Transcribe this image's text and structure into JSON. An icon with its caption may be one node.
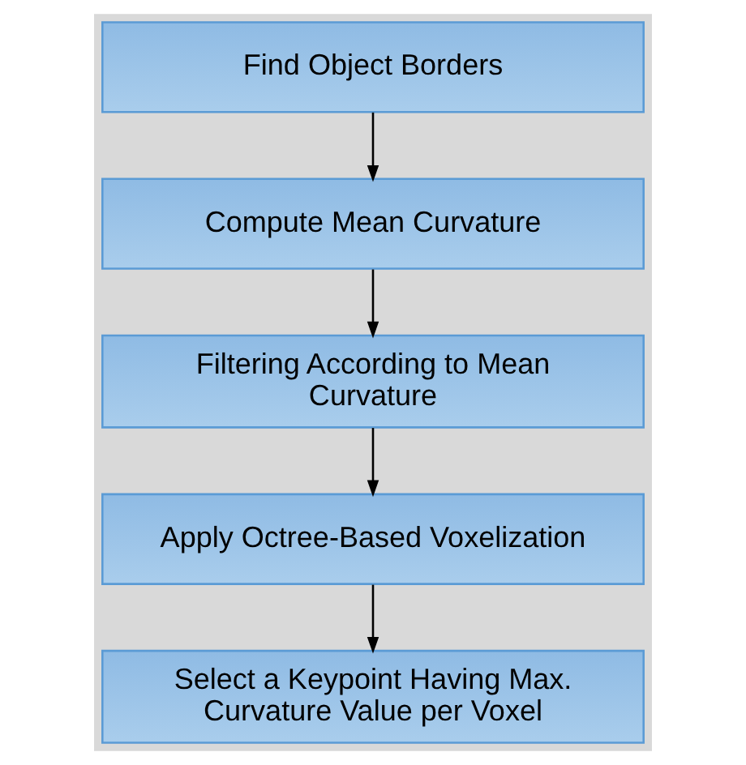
{
  "diagram": {
    "nodes": [
      {
        "text": [
          "Find Object Borders"
        ]
      },
      {
        "text": [
          "Compute Mean Curvature"
        ]
      },
      {
        "text": [
          "Filtering According to Mean Curvature"
        ]
      },
      {
        "text": [
          "Apply Octree-Based Voxelization"
        ]
      },
      {
        "text": [
          "Select a Keypoint Having Max. Curvature Value per Voxel"
        ]
      }
    ],
    "edges": [
      {
        "from": 0,
        "to": 1,
        "arrow": "to"
      },
      {
        "from": 1,
        "to": 2,
        "arrow": "to"
      },
      {
        "from": 2,
        "to": 3,
        "arrow": "to"
      },
      {
        "from": 3,
        "to": 4,
        "arrow": "to"
      }
    ]
  }
}
